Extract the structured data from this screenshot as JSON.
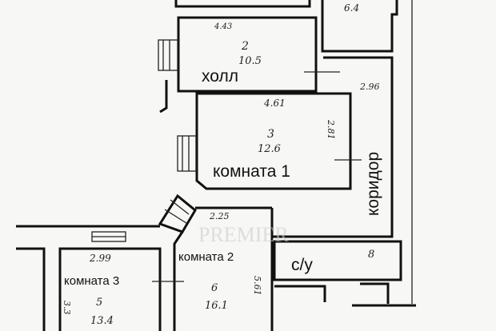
{
  "rooms": {
    "hall": {
      "label": "холл",
      "number": "2",
      "area": "10.5",
      "dim": "4.43"
    },
    "room1": {
      "label": "комната 1",
      "number": "3",
      "area": "12.6",
      "dim_top": "4.61",
      "dim_side": "2.81"
    },
    "corridor": {
      "label": "коридор",
      "dim": "2.96"
    },
    "room2": {
      "label": "комната 2",
      "number": "6",
      "area": "16.1",
      "dim_top": "2.25",
      "dim_side": "5.61"
    },
    "room3": {
      "label": "комната 3",
      "number": "5",
      "area": "13.4",
      "dim_top": "2.99",
      "dim_side": "3.3"
    },
    "bath": {
      "label": "с/у",
      "number": "8"
    },
    "top_right": {
      "area": "6.4"
    }
  },
  "watermark": "PREMIER",
  "colors": {
    "ink": "#111111",
    "paper": "#f7f7f5"
  }
}
